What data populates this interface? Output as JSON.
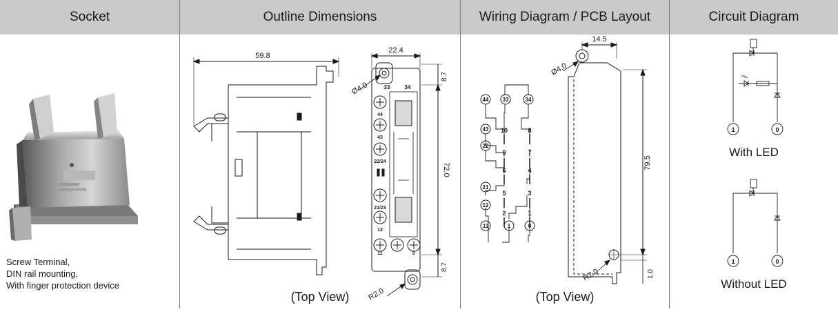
{
  "headers": {
    "socket": "Socket",
    "outline": "Outline Dimensions",
    "wiring": "Wiring Diagram / PCB Layout",
    "circuit": "Circuit Diagram"
  },
  "socket": {
    "description": [
      "Screw Terminal,",
      "DIN rail mounting,",
      "With finger protection device"
    ]
  },
  "outline": {
    "caption": "(Top View)",
    "width_label": "59.8",
    "top_width_label": "22.4",
    "height_label": "72.0",
    "edge_top_label": "8.7",
    "edge_bottom_label": "8.7",
    "hole_label": "Ø4.0",
    "radius_label": "R2.0",
    "terminal_labels": [
      "33",
      "34",
      "44",
      "43",
      "22/24",
      "21/23",
      "12",
      "11",
      "0"
    ]
  },
  "wiring": {
    "caption": "(Top View)",
    "pcb_width_label": "14.5",
    "pcb_height_label": "79.5",
    "pcb_hole_label": "Ø4.0",
    "pcb_radius_label": "R2.0",
    "pcb_offset_label": "1.0",
    "circle_terminals": [
      "44",
      "33",
      "34",
      "43",
      "22",
      "21",
      "12",
      "11",
      "1",
      "0"
    ],
    "pin_numbers": [
      "10",
      "8",
      "9",
      "7",
      "6",
      "4",
      "5",
      "3",
      "2",
      "1"
    ]
  },
  "circuit": {
    "with_led": "With LED",
    "without_led": "Without LED",
    "terminal_a": "1",
    "terminal_b": "0"
  },
  "colors": {
    "header_bg": "#c9c9c9",
    "rule": "#7d7d7d",
    "line": "#1a1a1a"
  }
}
